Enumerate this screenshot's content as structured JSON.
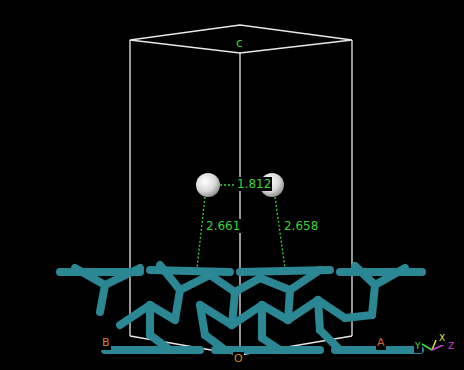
{
  "diagram": {
    "labels": [
      "c",
      "1.812",
      "2.661",
      "2.658",
      "B",
      "O",
      "A",
      "Y",
      "X",
      "Z"
    ]
  }
}
